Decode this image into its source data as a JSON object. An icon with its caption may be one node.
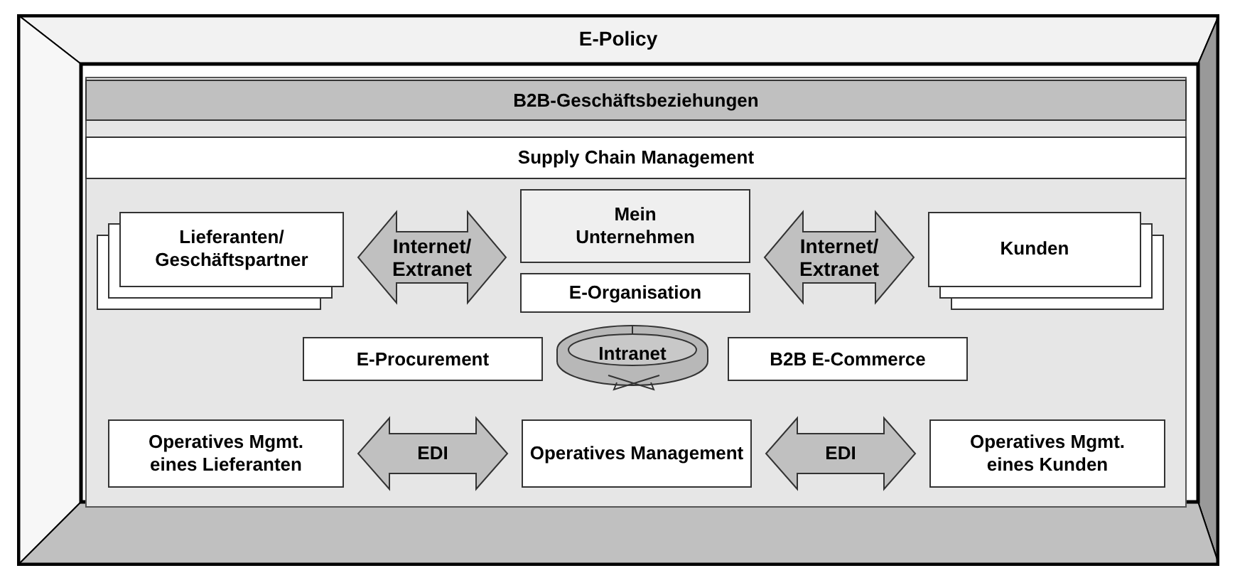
{
  "diagram": {
    "nodes": [
      {
        "text": [
          "E-Policy"
        ]
      },
      {
        "text": [
          "B2B-Geschäftsbeziehungen"
        ],
        "in": 0
      },
      {
        "text": [
          "Supply Chain Management"
        ],
        "in": 0
      },
      {
        "text": [
          "Lieferanten/ Geschäftspartner"
        ],
        "in": 0
      },
      {
        "text": [
          "Mein Unternehmen"
        ],
        "in": 0
      },
      {
        "text": [
          "E-Organisation"
        ],
        "in": 0
      },
      {
        "text": [
          "Kunden"
        ],
        "in": 0
      },
      {
        "text": [
          "E-Procurement"
        ],
        "in": 0
      },
      {
        "text": [
          "Intranet"
        ],
        "in": 0
      },
      {
        "text": [
          "B2B E-Commerce"
        ],
        "in": 0
      },
      {
        "text": [
          "Operatives Mgmt. eines Lieferanten"
        ],
        "in": 0
      },
      {
        "text": [
          "Operatives Management"
        ],
        "in": 0
      },
      {
        "text": [
          "Operatives Mgmt. eines Kunden"
        ],
        "in": 0
      }
    ],
    "edges": [
      {
        "from": 3,
        "to": 4,
        "arrow": "both",
        "label": "Internet/ Extranet"
      },
      {
        "from": 4,
        "to": 6,
        "arrow": "both",
        "label": "Internet/ Extranet"
      },
      {
        "from": 10,
        "to": 11,
        "arrow": "both",
        "label": "EDI"
      },
      {
        "from": 11,
        "to": 12,
        "arrow": "both",
        "label": "EDI"
      }
    ]
  }
}
